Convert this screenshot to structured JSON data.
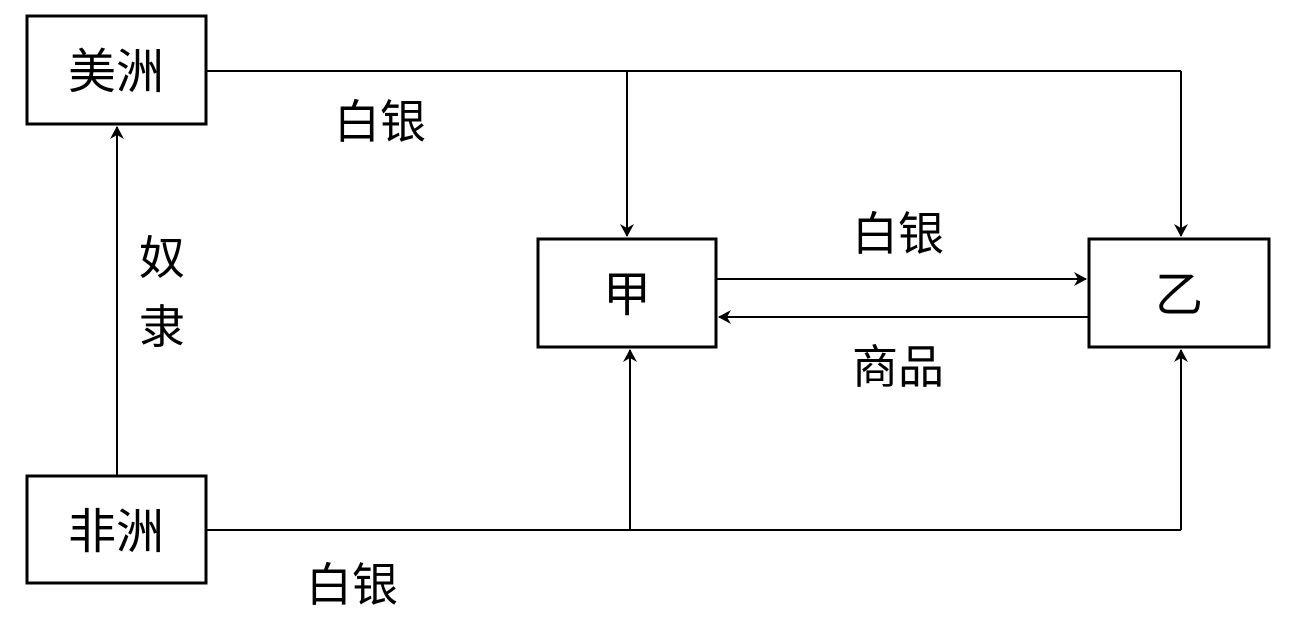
{
  "nodes": {
    "americas": "美洲",
    "africa": "非洲",
    "jia": "甲",
    "yi": "乙"
  },
  "edges": {
    "americas_silver": "白银",
    "africa_silver": "白银",
    "jia_to_yi": "白银",
    "yi_to_jia": "商品",
    "africa_to_americas_1": "奴",
    "africa_to_americas_2": "隶"
  }
}
